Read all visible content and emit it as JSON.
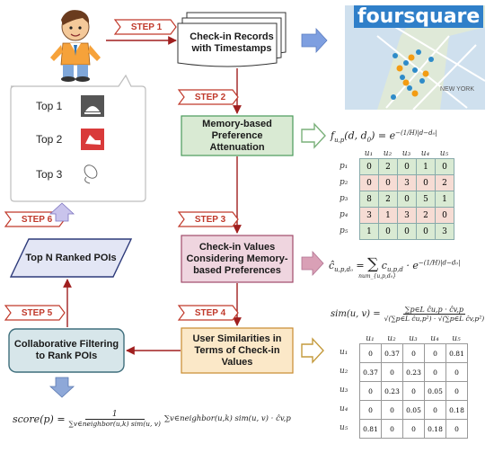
{
  "steps": [
    "STEP 1",
    "STEP 2",
    "STEP 3",
    "STEP 4",
    "STEP 5",
    "STEP 6"
  ],
  "boxes": {
    "checkin": "Check-in Records with Timestamps",
    "memory": "Memory-based Preference Attenuation",
    "values": "Check-in Values Considering Memory-based Preferences",
    "similarity": "User Similarities in Terms of Check-in Values",
    "cf": "Collaborative Filtering to Rank POIs",
    "topn": "Top N Ranked POIs"
  },
  "top_list": [
    {
      "label": "Top 1",
      "icon": "restaurant-icon"
    },
    {
      "label": "Top 2",
      "icon": "shoe-icon"
    },
    {
      "label": "Top 3",
      "icon": "mouse-icon"
    }
  ],
  "foursquare_logo": "foursquare",
  "map_city_label": "NEW YORK",
  "formulas": {
    "f_att": "f",
    "f_att_sub": "u,p",
    "f_att_body": "(d, d",
    "f_att_body2": ") = e",
    "f_att_exp": "−(1/H)|d−d₀|",
    "c_hat": "ĉ",
    "c_hat_sub": "u,p,d₀",
    "c_eq": "=",
    "c_sum": "∑",
    "c_sum_sub": "num_{u,p,d₀}",
    "c_body": "c",
    "c_body_sub": "u,p,d",
    "c_exp": "· e",
    "c_exp_sup": "−(1/H)|d−d₀|",
    "sim_lhs": "sim(u, v) =",
    "sim_num": "∑p∈L ĉu,p · ĉv,p",
    "sim_den": "√(∑p∈L ĉu,p²) · √(∑p∈L ĉv,p²)",
    "score_lhs": "score(p) =",
    "score_num": "1",
    "score_den": "∑v∈neighbor(u,k) sim(u, v)",
    "score_sum": "∑v∈neighbor(u,k) sim(u, v) · ĉv,p"
  },
  "matrix_checkins": {
    "cols": [
      "u₁",
      "u₂",
      "u₃",
      "u₄",
      "u₅"
    ],
    "rows": [
      "p₁",
      "p₂",
      "p₃",
      "p₄",
      "p₅"
    ],
    "values": [
      [
        "0",
        "2",
        "0",
        "1",
        "0"
      ],
      [
        "0",
        "0",
        "3",
        "0",
        "2"
      ],
      [
        "8",
        "2",
        "0",
        "5",
        "1"
      ],
      [
        "3",
        "1",
        "3",
        "2",
        "0"
      ],
      [
        "1",
        "0",
        "0",
        "0",
        "3"
      ]
    ]
  },
  "matrix_similarity": {
    "cols": [
      "u₁",
      "u₂",
      "u₃",
      "u₄",
      "u₅"
    ],
    "rows": [
      "u₁",
      "u₂",
      "u₃",
      "u₄",
      "u₅"
    ],
    "values": [
      [
        "0",
        "0.37",
        "0",
        "0",
        "0.81"
      ],
      [
        "0.37",
        "0",
        "0.23",
        "0",
        "0"
      ],
      [
        "0",
        "0.23",
        "0",
        "0.05",
        "0"
      ],
      [
        "0",
        "0",
        "0.05",
        "0",
        "0.18"
      ],
      [
        "0.81",
        "0",
        "0",
        "0.18",
        "0"
      ]
    ]
  },
  "colors": {
    "step_red": "#c0392b",
    "memory_fill": "#d9ead3",
    "memory_border": "#4a9a5a",
    "values_fill": "#efd5df",
    "values_border": "#a04a6a",
    "sim_fill": "#fbe8c8",
    "sim_border": "#c98a2e",
    "cf_fill": "#d7e6ea",
    "cf_border": "#3e6e7c",
    "topn_fill": "#e3e6f5",
    "topn_border": "#2d3a7a"
  }
}
